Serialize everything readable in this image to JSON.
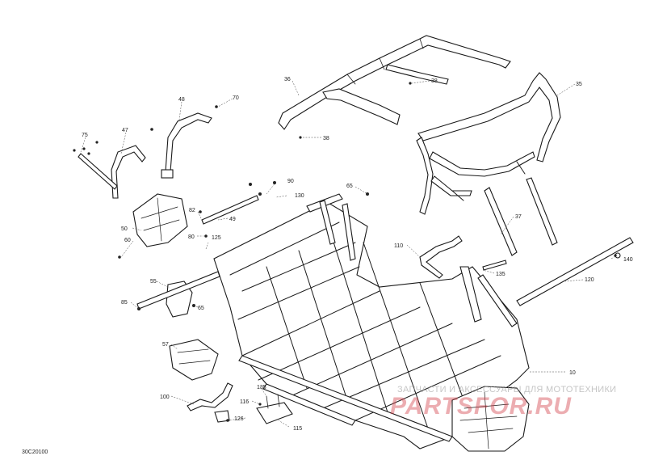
{
  "diagram": {
    "code": "30C20100",
    "callouts": [
      "75",
      "47",
      "48",
      "70",
      "36",
      "38",
      "35",
      "38",
      "90",
      "130",
      "65",
      "82",
      "49",
      "50",
      "80",
      "125",
      "60",
      "110",
      "37",
      "135",
      "140",
      "120",
      "55",
      "85",
      "65",
      "57",
      "10",
      "135",
      "100",
      "116",
      "126",
      "115"
    ]
  },
  "watermark": {
    "line1": "ЗАПЧАСТИ И АКСЕССУАРЫ ДЛЯ МОТОТЕХНИКИ",
    "line2": "PARTSFOR.RU",
    "color": "#d23c46"
  }
}
